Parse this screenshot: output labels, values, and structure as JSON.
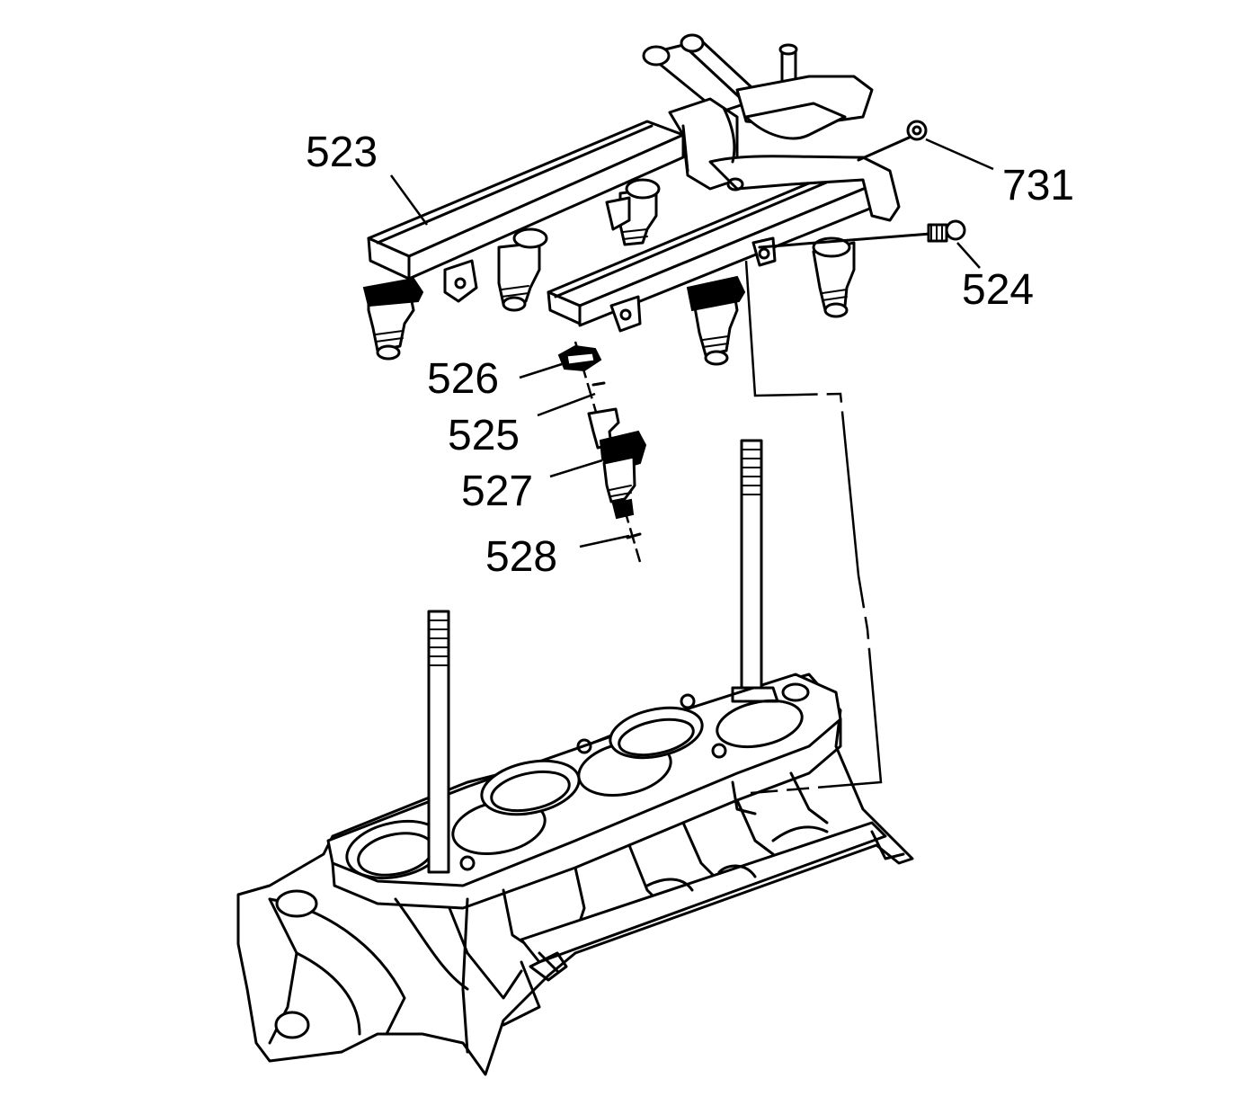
{
  "callouts": [
    {
      "id": "523",
      "label": "523"
    },
    {
      "id": "731",
      "label": "731"
    },
    {
      "id": "524",
      "label": "524"
    },
    {
      "id": "526",
      "label": "526"
    },
    {
      "id": "525",
      "label": "525"
    },
    {
      "id": "527",
      "label": "527"
    },
    {
      "id": "528",
      "label": "528"
    }
  ],
  "parts": [
    {
      "id": "fuel-rail-left",
      "icon": "fuel-rail-icon"
    },
    {
      "id": "fuel-rail-right",
      "icon": "fuel-rail-icon"
    },
    {
      "id": "fuel-injector",
      "icon": "fuel-injector-icon"
    },
    {
      "id": "intake-manifold",
      "icon": "intake-manifold-icon"
    },
    {
      "id": "stud",
      "icon": "stud-icon"
    },
    {
      "id": "bolt",
      "icon": "bolt-icon"
    },
    {
      "id": "nut",
      "icon": "nut-icon"
    }
  ],
  "colors": {
    "ink": "#000000",
    "background": "#ffffff"
  }
}
